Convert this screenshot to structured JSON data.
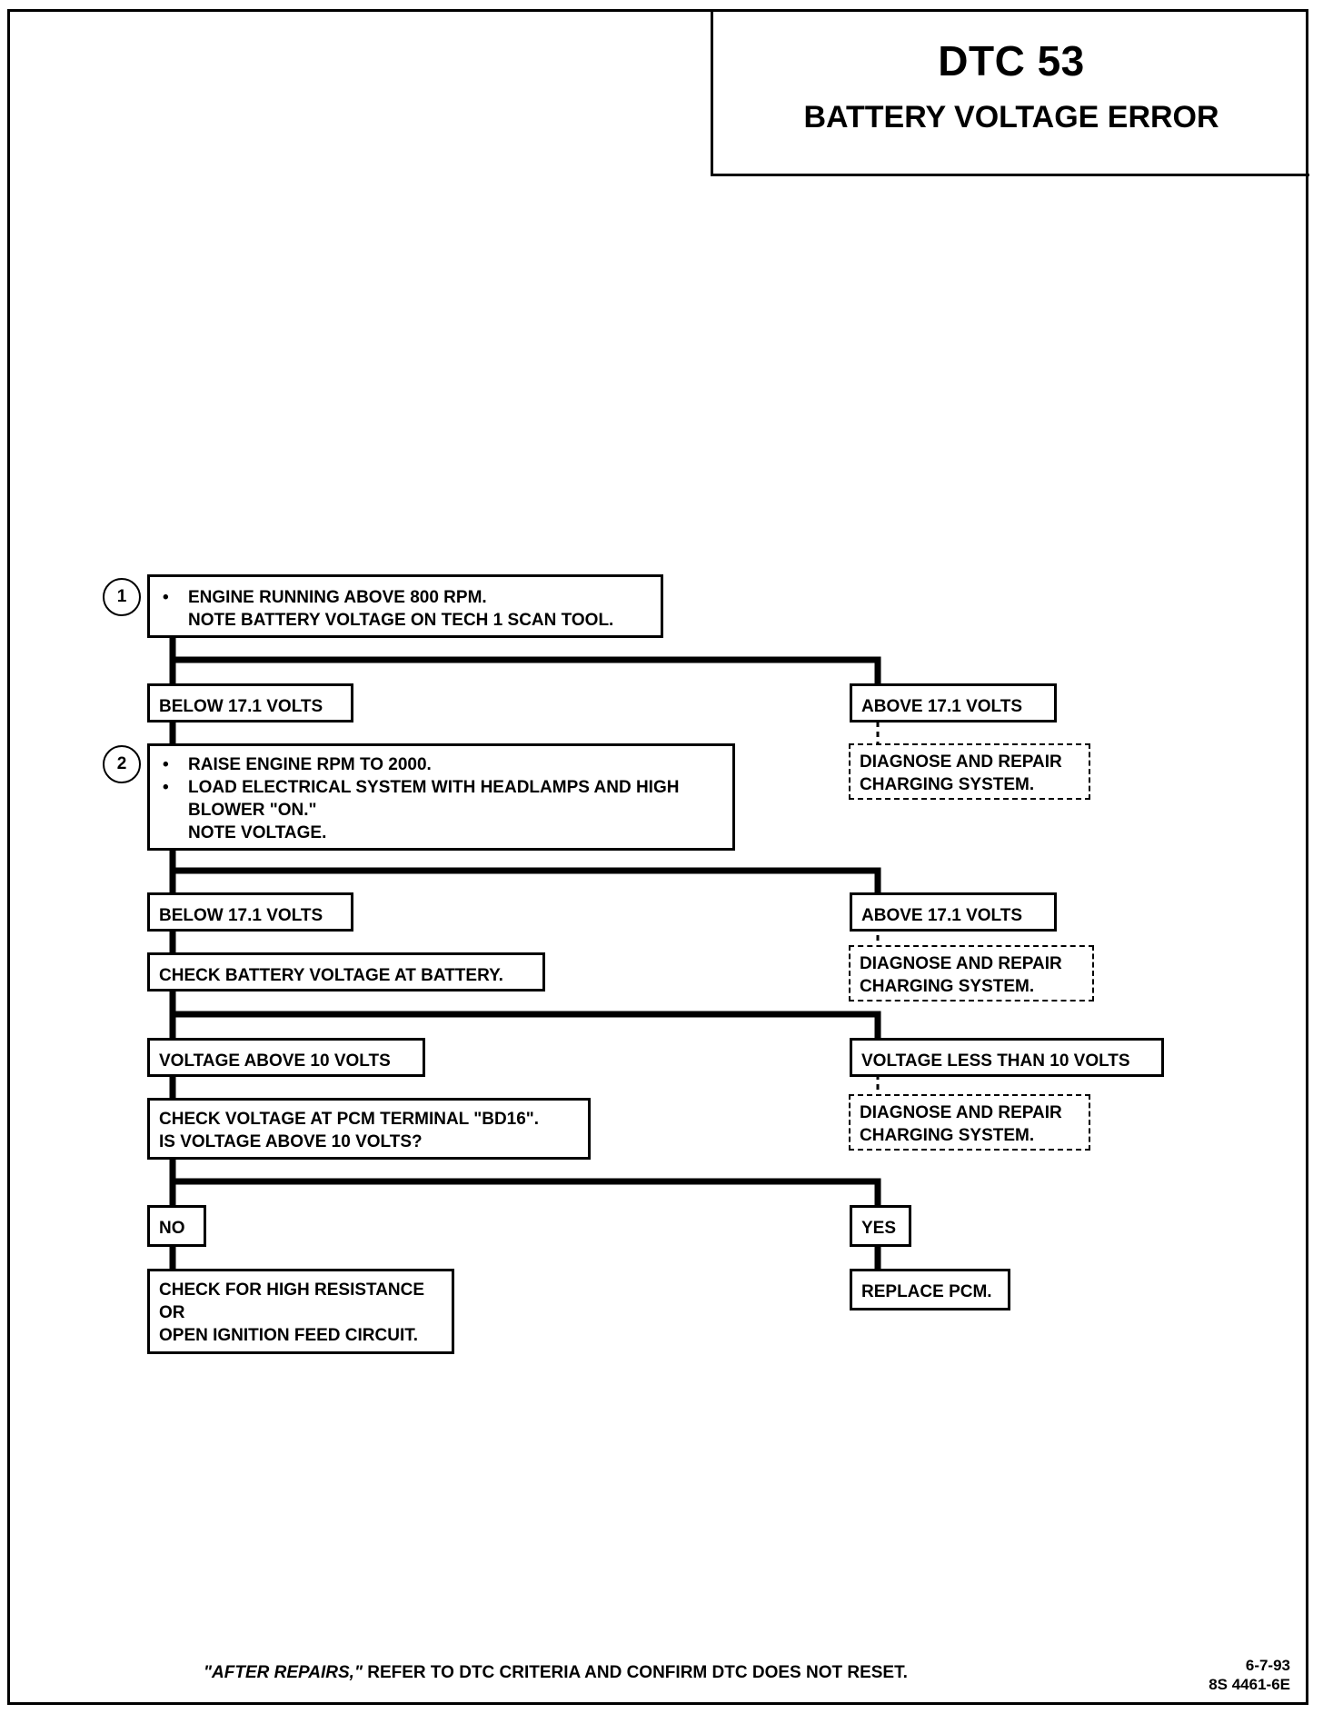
{
  "header": {
    "title": "DTC 53",
    "subtitle": "BATTERY VOLTAGE ERROR"
  },
  "steps": {
    "step1": {
      "number": "1",
      "bullet": "•",
      "line1": "ENGINE RUNNING ABOVE 800 RPM.",
      "line2": "NOTE BATTERY VOLTAGE ON TECH 1 SCAN TOOL."
    },
    "step2": {
      "number": "2",
      "bullet": "•",
      "line1": "RAISE ENGINE RPM TO 2000.",
      "line2": "LOAD ELECTRICAL SYSTEM WITH HEADLAMPS AND HIGH",
      "line3": "BLOWER \"ON.\"",
      "line4": "NOTE VOLTAGE."
    }
  },
  "branches": {
    "b1_left": "BELOW 17.1 VOLTS",
    "b1_right": "ABOVE 17.1 VOLTS",
    "b1_right_action_line1": "DIAGNOSE AND REPAIR",
    "b1_right_action_line2": "CHARGING SYSTEM.",
    "b2_left": "BELOW 17.1 VOLTS",
    "b2_right": "ABOVE 17.1 VOLTS",
    "b2_left_action": "CHECK BATTERY VOLTAGE AT BATTERY.",
    "b2_right_action_line1": "DIAGNOSE AND REPAIR",
    "b2_right_action_line2": "CHARGING SYSTEM.",
    "b3_left": "VOLTAGE ABOVE 10 VOLTS",
    "b3_right": "VOLTAGE LESS THAN 10 VOLTS",
    "b3_left_action_line1": "CHECK VOLTAGE AT PCM TERMINAL \"BD16\".",
    "b3_left_action_line2": "IS VOLTAGE ABOVE 10 VOLTS?",
    "b3_right_action_line1": "DIAGNOSE AND REPAIR",
    "b3_right_action_line2": "CHARGING SYSTEM.",
    "b4_left": "NO",
    "b4_right": "YES",
    "b4_left_action_line1": "CHECK FOR HIGH RESISTANCE",
    "b4_left_action_line2": "OR",
    "b4_left_action_line3": "OPEN IGNITION FEED CIRCUIT.",
    "b4_right_action": "REPLACE PCM."
  },
  "footer": {
    "note_italic": "\"AFTER REPAIRS,\"",
    "note_rest": " REFER TO DTC CRITERIA AND CONFIRM DTC DOES NOT RESET.",
    "date": "6-7-93",
    "code": "8S 4461-6E"
  }
}
